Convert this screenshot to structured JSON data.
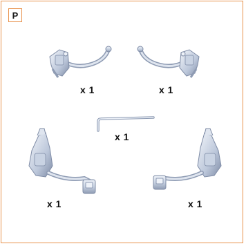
{
  "step": {
    "label": "P"
  },
  "parts": [
    {
      "quantity": "x 1",
      "icon": "handlebar-mount-left-icon"
    },
    {
      "quantity": "x 1",
      "icon": "handlebar-mount-right-icon"
    },
    {
      "quantity": "x 1",
      "icon": "l-bracket-rod-icon"
    },
    {
      "quantity": "x 1",
      "icon": "lower-arm-clamp-left-icon"
    },
    {
      "quantity": "x 1",
      "icon": "lower-arm-clamp-right-icon"
    }
  ],
  "colors": {
    "border": "#e8914a",
    "part_fill": "#c9d3e3",
    "part_shade": "#8e9bb3",
    "part_light": "#eef2f8"
  }
}
